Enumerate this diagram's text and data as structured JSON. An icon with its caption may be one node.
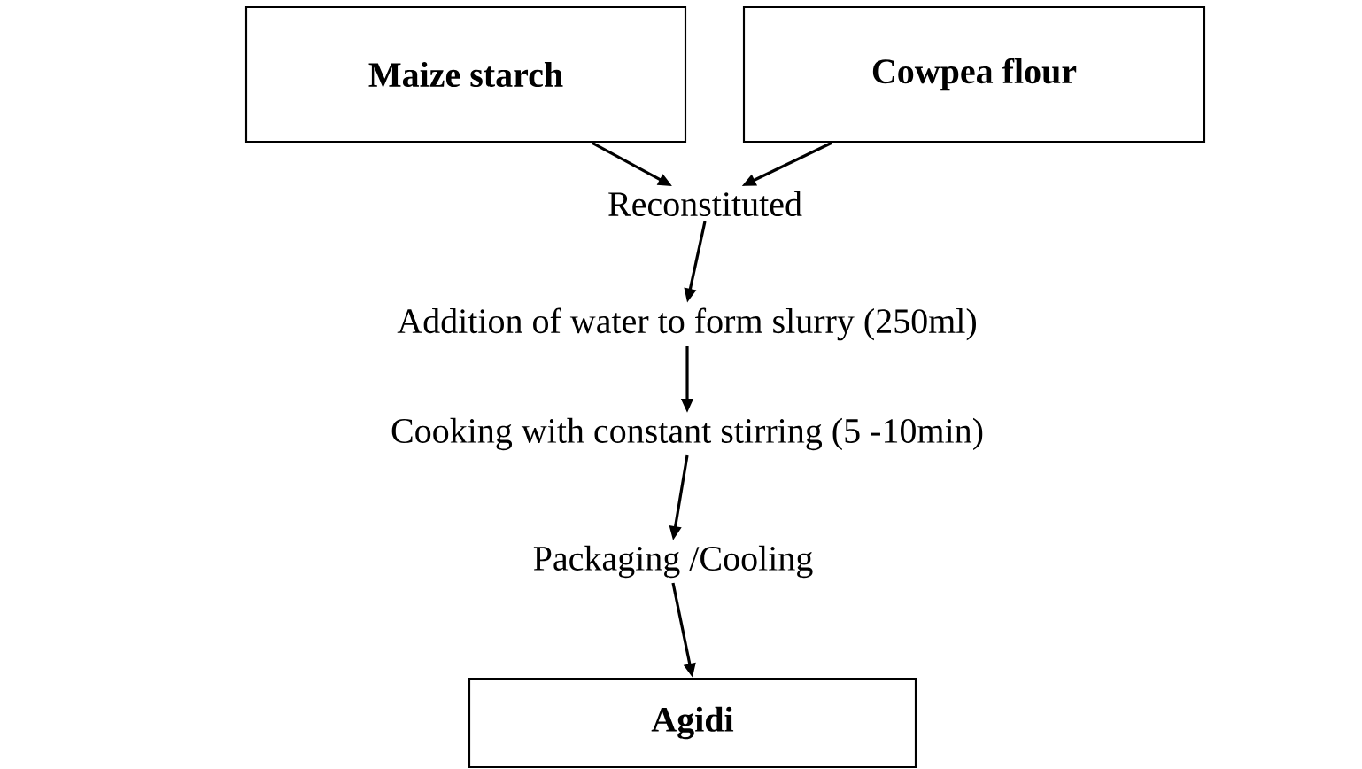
{
  "diagram": {
    "nodes": [
      {
        "text": [
          "Maize starch"
        ]
      },
      {
        "text": [
          "Cowpea flour"
        ]
      },
      {
        "text": [
          "Reconstituted"
        ]
      },
      {
        "text": [
          "Addition of water to form slurry (250ml)"
        ]
      },
      {
        "text": [
          "Cooking with constant stirring (5 -10min)"
        ]
      },
      {
        "text": [
          "Packaging /Cooling"
        ]
      },
      {
        "text": [
          "Agidi"
        ]
      }
    ],
    "edges": [
      {
        "from": 0,
        "to": 2,
        "arrow": "to"
      },
      {
        "from": 1,
        "to": 2,
        "arrow": "to"
      },
      {
        "from": 2,
        "to": 3,
        "arrow": "to"
      },
      {
        "from": 3,
        "to": 4,
        "arrow": "to"
      },
      {
        "from": 4,
        "to": 5,
        "arrow": "to"
      },
      {
        "from": 5,
        "to": 6,
        "arrow": "to"
      }
    ]
  }
}
